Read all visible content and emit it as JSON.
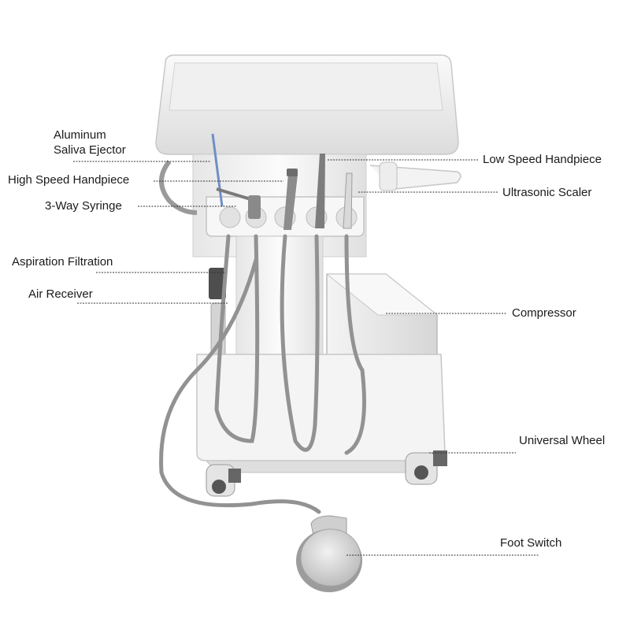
{
  "labels": {
    "aluminum_saliva_ejector_line1": "Aluminum",
    "aluminum_saliva_ejector_line2": "Saliva Ejector",
    "high_speed_handpiece": "High Speed Handpiece",
    "three_way_syringe": "3-Way Syringe",
    "aspiration_filtration": "Aspiration Filtration",
    "air_receiver": "Air Receiver",
    "low_speed_handpiece": "Low Speed Handpiece",
    "ultrasonic_scaler": "Ultrasonic Scaler",
    "compressor": "Compressor",
    "universal_wheel": "Universal Wheel",
    "foot_switch": "Foot Switch"
  },
  "colors": {
    "cart_body": "#f1f1f1",
    "cart_shadow": "#c9c9c9",
    "tube_gray": "#8f8f8f",
    "wheel_gray": "#777777",
    "leader_line": "#333333",
    "label_text": "#1a1a1a"
  }
}
